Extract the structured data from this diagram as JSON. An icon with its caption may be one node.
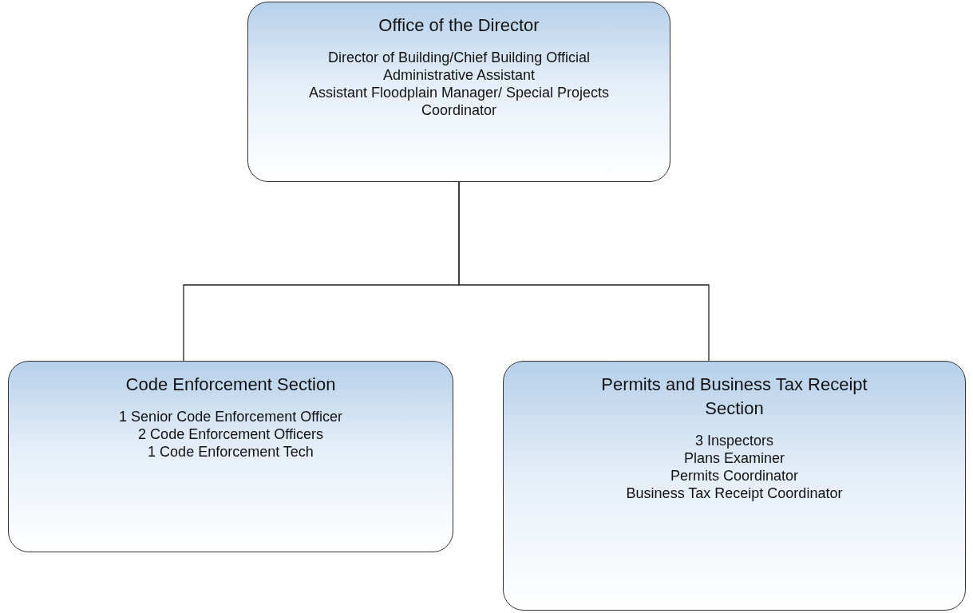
{
  "diagram": {
    "nodes": [
      {
        "text": [
          "Office of the Director",
          "Director of Building/Chief Building Official",
          "Administrative Assistant",
          "Assistant Floodplain Manager/ Special Projects Coordinator"
        ]
      },
      {
        "text": [
          "Code Enforcement Section",
          "1 Senior Code Enforcement Officer",
          "2 Code Enforcement Officers",
          "1 Code Enforcement Tech"
        ]
      },
      {
        "text": [
          "Permits and Business Tax Receipt Section",
          "3 Inspectors",
          "Plans Examiner",
          "Permits Coordinator",
          "Business Tax Receipt Coordinator"
        ]
      }
    ],
    "edges": [
      {
        "from": 0,
        "to": 1,
        "arrow": "none"
      },
      {
        "from": 0,
        "to": 2,
        "arrow": "none"
      }
    ]
  }
}
